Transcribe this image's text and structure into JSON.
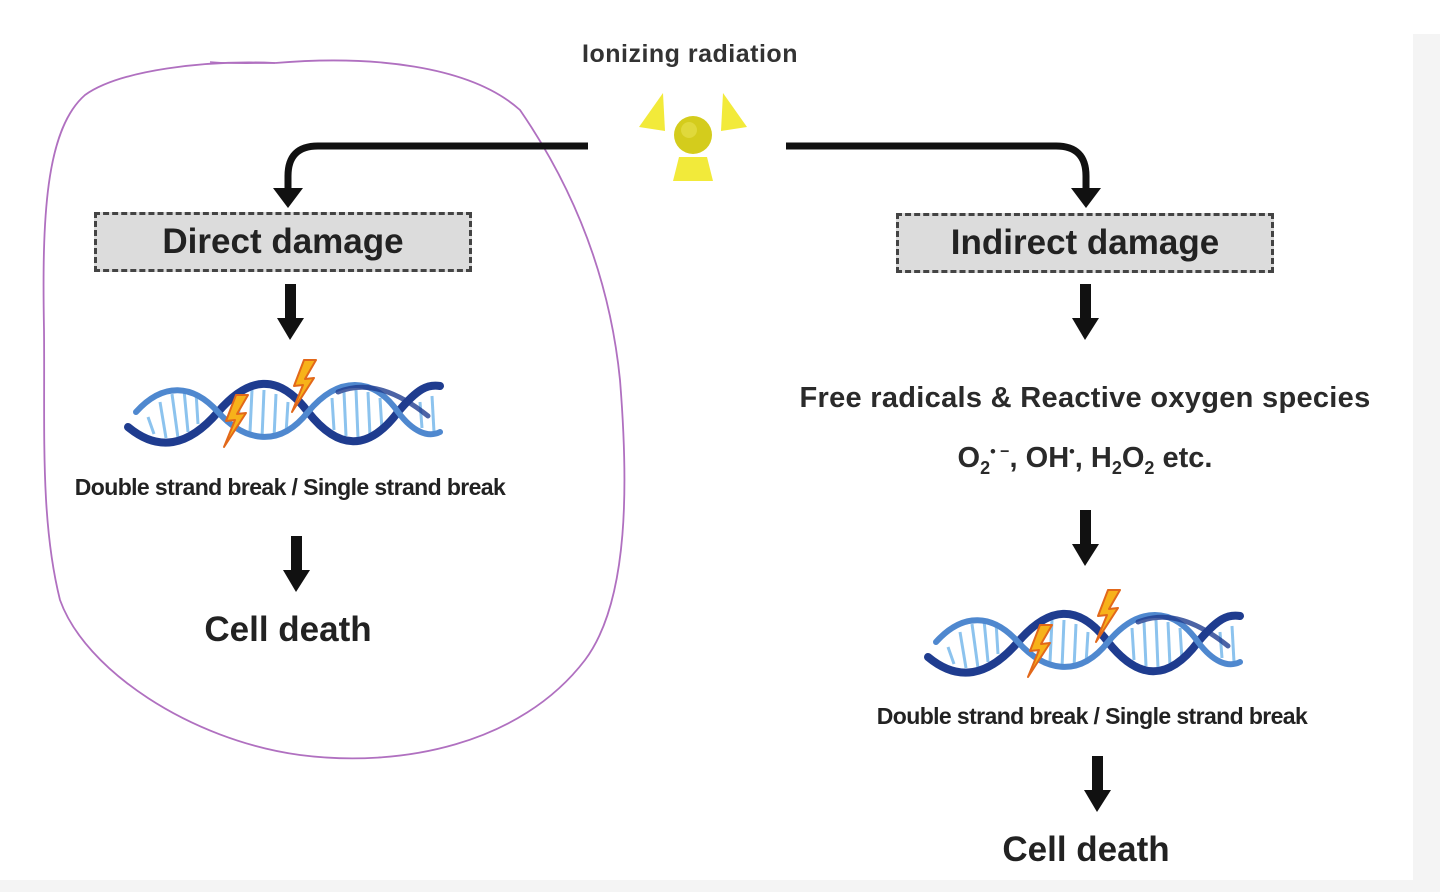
{
  "title": "Ionizing radiation",
  "left_branch": {
    "box_label": "Direct damage",
    "caption": "Double strand break / Single strand break",
    "outcome": "Cell death"
  },
  "right_branch": {
    "box_label": "Indirect damage",
    "intermediate": "Free radicals & Reactive oxygen species",
    "species": {
      "o2": "O",
      "o2_sub": "2",
      "o2_sup": "• −",
      "sep1": ", ",
      "oh": "OH",
      "oh_sup": "•",
      "sep2": ", ",
      "h": "H",
      "h_sub": "2",
      "o": "O",
      "o_sub": "2",
      "etc": " etc."
    },
    "caption": "Double strand break / Single strand break",
    "outcome": "Cell death"
  },
  "icons": {
    "radiation": "radiation-trefoil-icon",
    "dna": "dna-helix-icon",
    "break": "lightning-bolt-icon"
  },
  "colors": {
    "radiation_yellow": "#f2ea3a",
    "radiation_center": "#d4cc1c",
    "box_fill": "#dcdcdc",
    "annotation": "#b070c0",
    "dna_dark": "#1f3c8f",
    "dna_light": "#5f9fd8",
    "bolt": "#f7b21a"
  }
}
